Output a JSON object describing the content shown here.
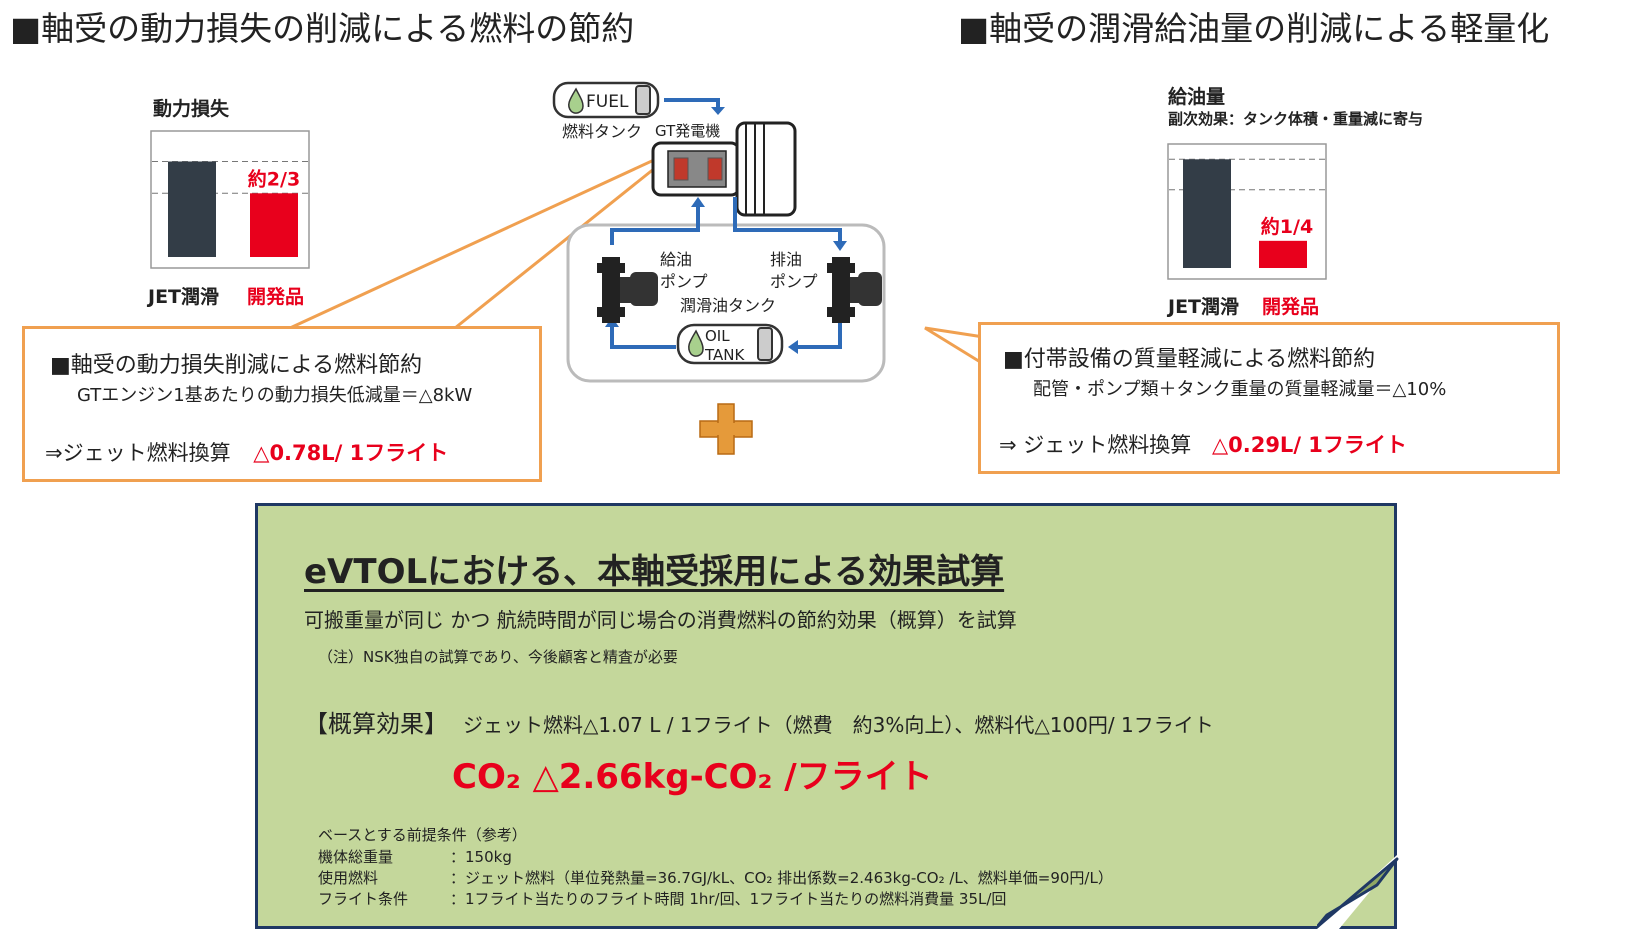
{
  "colors": {
    "accent_red": "#e8001c",
    "dark_bar": "#333d47",
    "orange": "#f0a050",
    "green_bg": "#c4d79b",
    "navy": "#1f3864",
    "pipe_blue": "#2e6bb8"
  },
  "left_heading": "■軸受の動力損失の削減による燃料の節約",
  "right_heading": "■軸受の潤滑給油量の削減による軽量化",
  "chart_data": [
    {
      "type": "bar",
      "title": "動力損失",
      "categories": [
        "JET潤滑",
        "開発品"
      ],
      "values": [
        1.0,
        0.667
      ],
      "value_label": "約2/3",
      "ylim": [
        0,
        1.33
      ],
      "grid": true
    },
    {
      "type": "bar",
      "title": "給油量",
      "subtitle": "副次効果：タンク体積・重量減に寄与",
      "categories": [
        "JET潤滑",
        "開発品"
      ],
      "values": [
        1.0,
        0.25
      ],
      "value_label": "約1/4",
      "ylim": [
        0,
        1.15
      ],
      "grid": true
    }
  ],
  "diagram": {
    "fuel_label": "FUEL",
    "fuel_tank_label": "燃料タンク",
    "gt_label": "GT発電機",
    "supply_pump": "給油\nポンプ",
    "drain_pump": "排油\nポンプ",
    "lube_tank_label": "潤滑油タンク",
    "oil_label": "OIL",
    "tank_label": "TANK"
  },
  "left_box": {
    "title": "■軸受の動力損失削減による燃料節約",
    "line": "GTエンジン1基あたりの動力損失低減量＝△8kW",
    "conv_prefix": "⇒ジェット燃料換算",
    "conv_value": "△0.78L/ 1フライト"
  },
  "right_box": {
    "title": "■付帯設備の質量軽減による燃料節約",
    "line": "配管・ポンプ類＋タンク重量の質量軽減量＝△10%",
    "conv_prefix": "⇒ ジェット燃料換算",
    "conv_value": "△0.29L/ 1フライト"
  },
  "summary": {
    "title": "eVTOLにおける、本軸受採用による効果試算",
    "desc": "可搬重量が同じ かつ 航続時間が同じ場合の消費燃料の節約効果（概算）を試算",
    "note": "（注）NSK独自の試算であり、今後顧客と精査が必要",
    "effect_label": "【概算効果】",
    "effect_text": "ジェット燃料△1.07 L / 1フライト（燃費　約3%向上）、燃料代△100円/ 1フライト",
    "co2_line": "CO₂ △2.66kg-CO₂ /フライト",
    "basis_title": "ベースとする前提条件（参考）",
    "basis": [
      {
        "label": "機体総重量",
        "value": "：150kg"
      },
      {
        "label": "使用燃料",
        "value": "：ジェット燃料（単位発熱量=36.7GJ/kL、CO₂ 排出係数=2.463kg-CO₂ /L、燃料単価=90円/L）"
      },
      {
        "label": "フライト条件",
        "value": "：1フライト当たりのフライト時間 1hr/回、1フライト当たりの燃料消費量 35L/回"
      }
    ]
  }
}
